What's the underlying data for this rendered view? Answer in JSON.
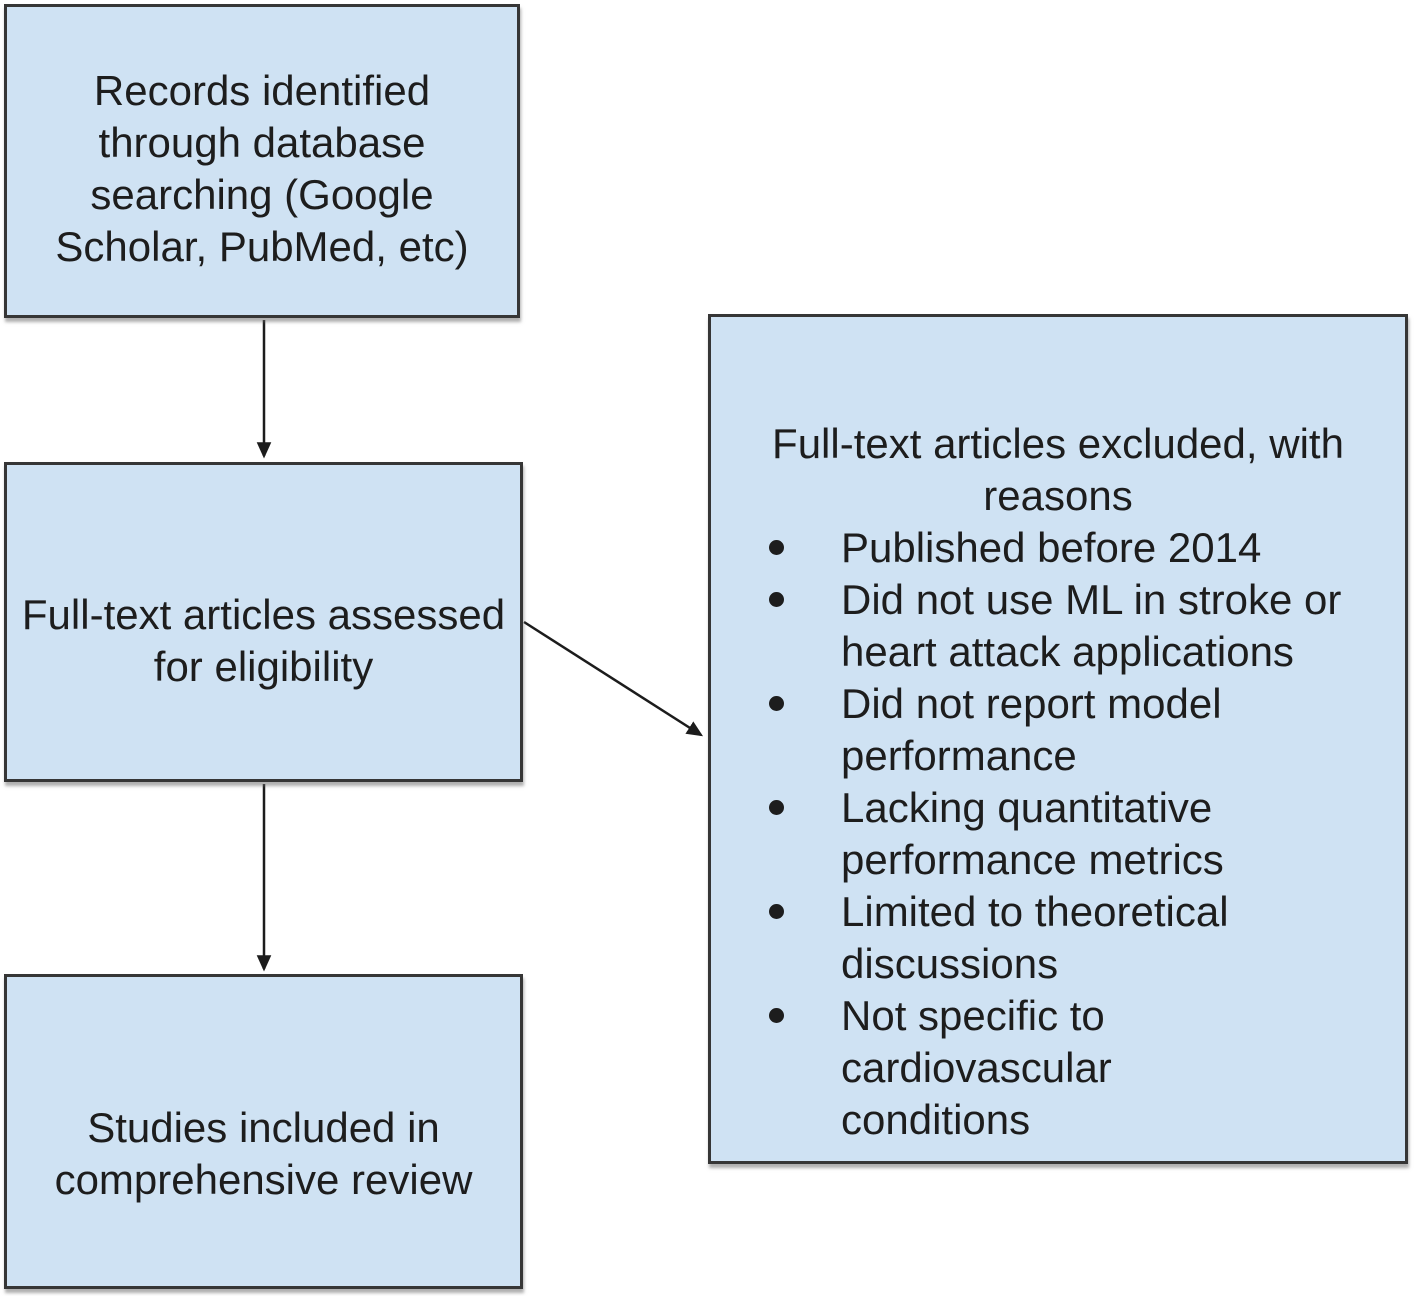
{
  "diagram": {
    "boxes": {
      "records": {
        "text": "Records identified\nthrough database\nsearching (Google\nScholar, PubMed, etc)"
      },
      "assessed": {
        "text": "Full-text articles assessed\nfor eligibility"
      },
      "included": {
        "text": "Studies included in\ncomprehensive review"
      },
      "excluded": {
        "title": "Full-text articles excluded, with\nreasons",
        "reasons": [
          "Published before 2014",
          "Did not use ML in stroke or\nheart attack applications",
          "Did not report model\nperformance",
          "Lacking quantitative\nperformance metrics",
          "Limited to theoretical\ndiscussions",
          "Not specific to cardiovascular\nconditions"
        ]
      }
    },
    "colors": {
      "box_fill": "#cfe2f3",
      "box_border": "#363636",
      "text": "#1d1d1d",
      "arrow": "#1c1c1c",
      "background": "#ffffff"
    }
  }
}
